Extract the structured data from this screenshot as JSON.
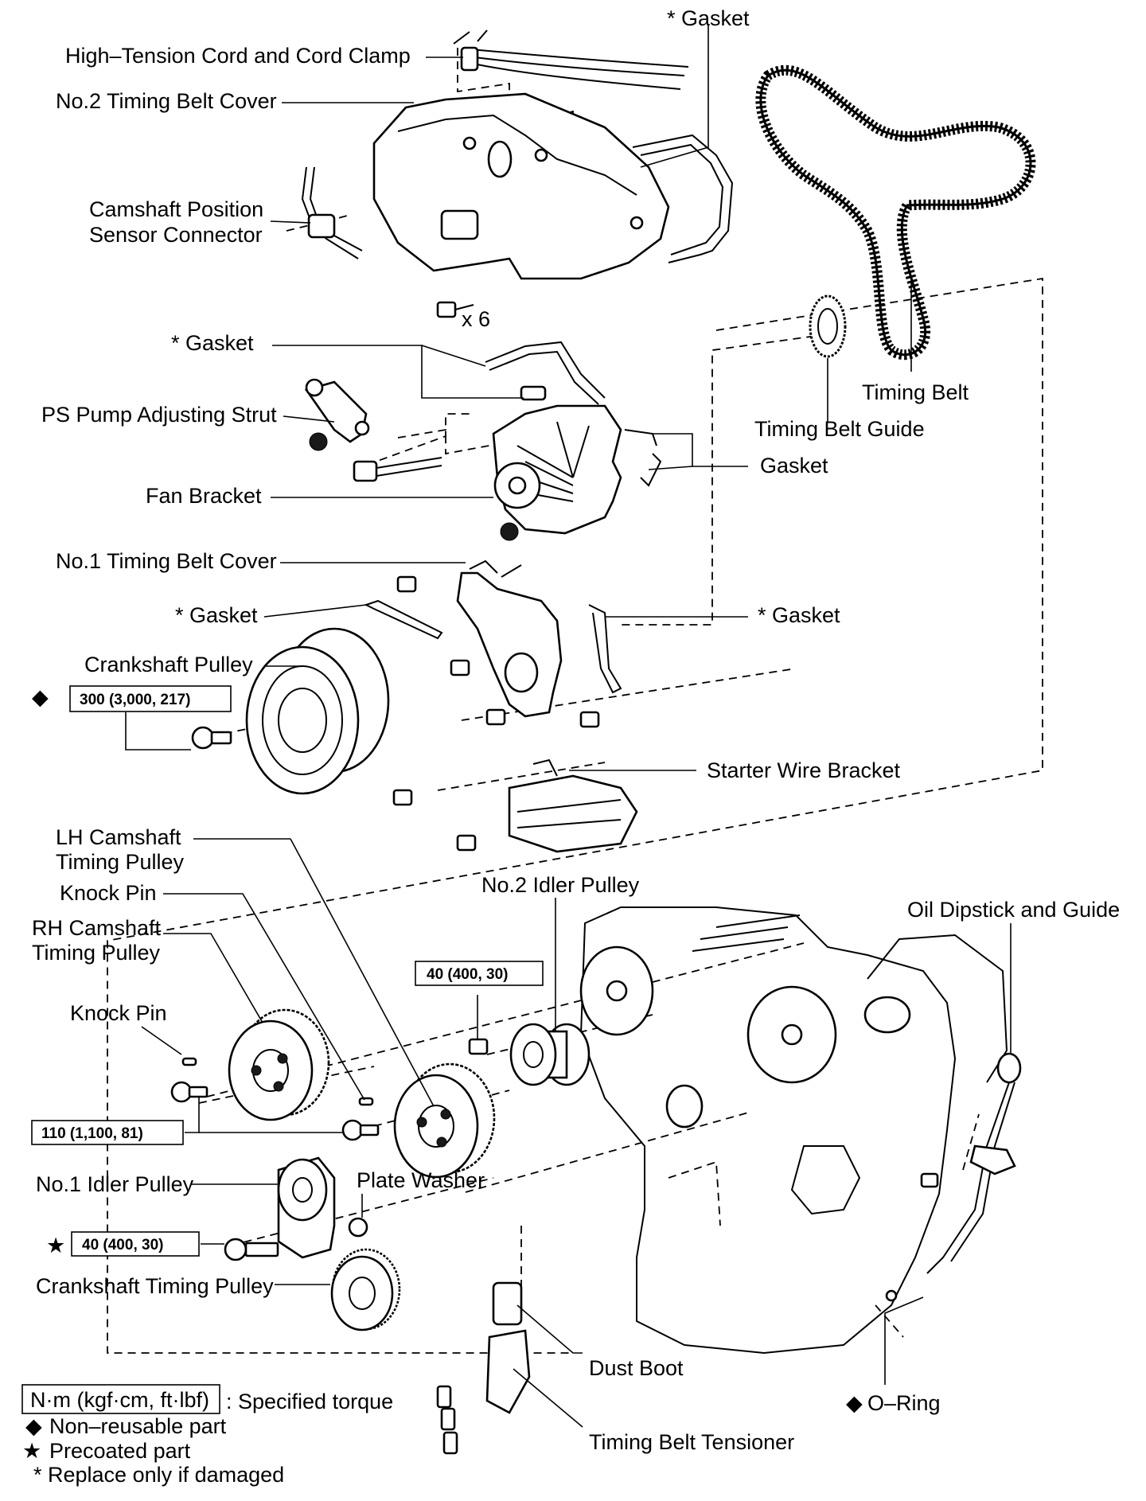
{
  "labels": {
    "gasket_top": "* Gasket",
    "high_tension_cord": "High–Tension Cord and Cord Clamp",
    "no2_timing_belt_cover": "No.2 Timing Belt Cover",
    "camshaft_position_sensor_1": "Camshaft Position",
    "camshaft_position_sensor_2": "Sensor Connector",
    "bolt_count": "x 6",
    "gasket_mid_left": "* Gasket",
    "ps_pump_strut": "PS Pump Adjusting Strut",
    "timing_belt": "Timing Belt",
    "timing_belt_guide": "Timing Belt Guide",
    "gasket_right": "Gasket",
    "fan_bracket": "Fan Bracket",
    "no1_timing_belt_cover": "No.1 Timing Belt Cover",
    "gasket_lower_left": "* Gasket",
    "gasket_lower_right": "* Gasket",
    "crankshaft_pulley": "Crankshaft Pulley",
    "starter_wire_bracket": "Starter Wire Bracket",
    "lh_camshaft_1": "LH Camshaft",
    "lh_camshaft_2": "Timing Pulley",
    "no2_idler_pulley": "No.2 Idler Pulley",
    "knock_pin_1": "Knock Pin",
    "rh_camshaft_1": "RH Camshaft",
    "rh_camshaft_2": "Timing Pulley",
    "oil_dipstick": "Oil Dipstick and Guide",
    "knock_pin_2": "Knock Pin",
    "plate_washer": "Plate Washer",
    "no1_idler_pulley": "No.1 Idler Pulley",
    "crankshaft_timing_pulley": "Crankshaft Timing Pulley",
    "dust_boot": "Dust Boot",
    "o_ring": "O–Ring",
    "timing_belt_tensioner": "Timing Belt Tensioner"
  },
  "torques": {
    "crank_pulley": "300 (3,000, 217)",
    "idler_no2": "40 (400, 30)",
    "cam_pulleys": "110 (1,100, 81)",
    "idler_no1": "40 (400, 30)"
  },
  "legend": {
    "unit_box": "N·m (kgf·cm, ft·lbf)",
    "unit_desc": ": Specified torque",
    "non_reusable": "Non–reusable part",
    "precoated": "Precoated part",
    "replace": "* Replace only if damaged"
  },
  "symbols": {
    "non_reusable": "◆",
    "precoated": "★"
  }
}
